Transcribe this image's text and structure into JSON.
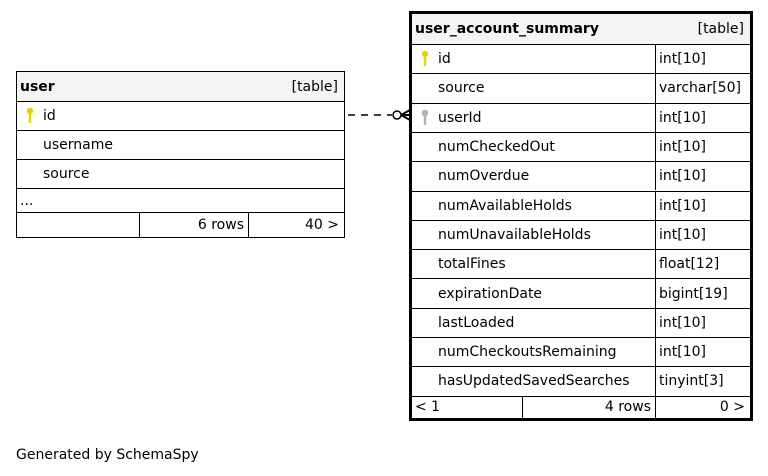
{
  "tables": [
    {
      "name": "user",
      "type_label": "[table]",
      "columns": [
        {
          "name": "id",
          "key": "primary"
        },
        {
          "name": "username"
        },
        {
          "name": "source"
        }
      ],
      "ellipsis": "...",
      "footer": {
        "left": "",
        "rows": "6 rows",
        "right": "40 >"
      }
    },
    {
      "name": "user_account_summary",
      "type_label": "[table]",
      "columns": [
        {
          "name": "id",
          "type": "int[10]",
          "key": "primary"
        },
        {
          "name": "source",
          "type": "varchar[50]"
        },
        {
          "name": "userId",
          "type": "int[10]",
          "key": "foreign"
        },
        {
          "name": "numCheckedOut",
          "type": "int[10]"
        },
        {
          "name": "numOverdue",
          "type": "int[10]"
        },
        {
          "name": "numAvailableHolds",
          "type": "int[10]"
        },
        {
          "name": "numUnavailableHolds",
          "type": "int[10]"
        },
        {
          "name": "totalFines",
          "type": "float[12]"
        },
        {
          "name": "expirationDate",
          "type": "bigint[19]"
        },
        {
          "name": "lastLoaded",
          "type": "int[10]"
        },
        {
          "name": "numCheckoutsRemaining",
          "type": "int[10]"
        },
        {
          "name": "hasUpdatedSavedSearches",
          "type": "tinyint[3]"
        }
      ],
      "footer": {
        "left": "< 1",
        "rows": "4 rows",
        "right": "0 >"
      }
    }
  ],
  "colors": {
    "primary_key": "#e6d400",
    "foreign_key": "#b0b0b0",
    "header_bg": "#f4f4f4"
  },
  "footer_text": "Generated by SchemaSpy"
}
